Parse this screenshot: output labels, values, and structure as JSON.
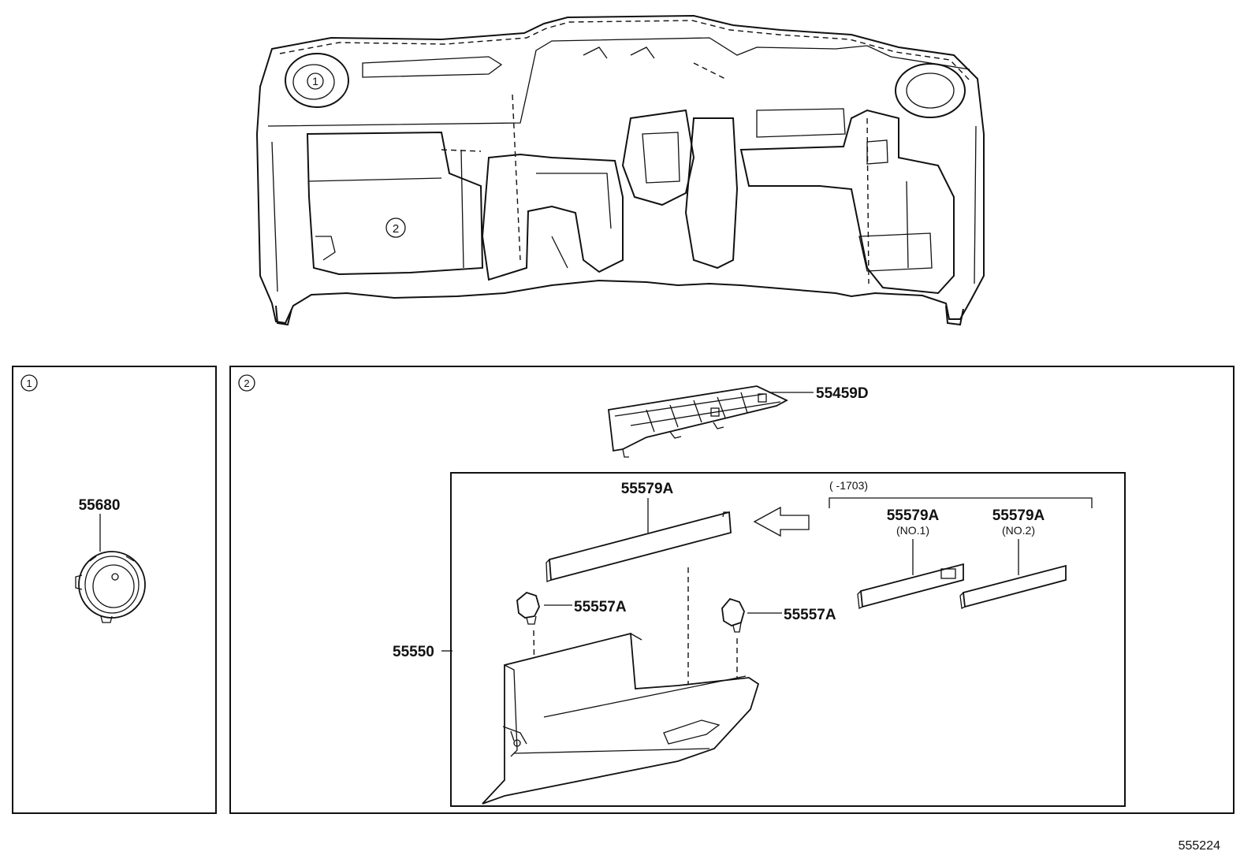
{
  "callouts": {
    "one": "1",
    "two": "2"
  },
  "parts": {
    "p55680": "55680",
    "p55459D": "55459D",
    "p55579A_main": "55579A",
    "p55579A_no1": "55579A",
    "p55579A_no2": "55579A",
    "no1_sub": "(NO.1)",
    "no2_sub": "(NO.2)",
    "p55557A_left": "55557A",
    "p55557A_right": "55557A",
    "p55550": "55550",
    "date_range": "(      -1703)"
  },
  "figure_id": "555224"
}
